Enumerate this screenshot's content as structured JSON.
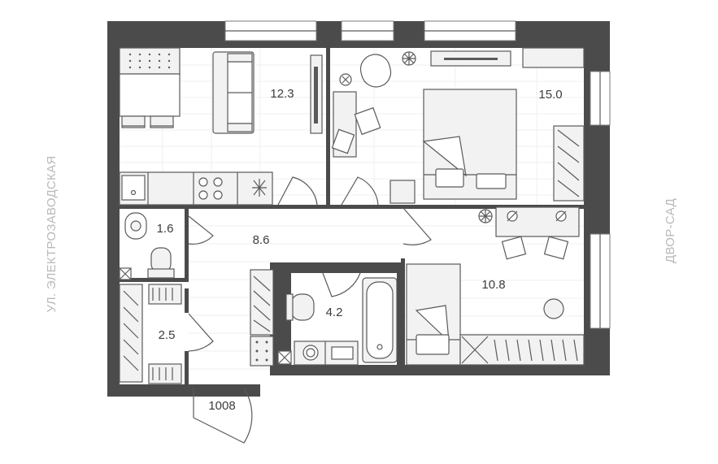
{
  "plan": {
    "apartment_number": "1008",
    "rooms": [
      {
        "id": "kitchen-living",
        "area": "12.3"
      },
      {
        "id": "bedroom-large",
        "area": "15.0"
      },
      {
        "id": "bathroom-small",
        "area": "1.6"
      },
      {
        "id": "hallway",
        "area": "8.6"
      },
      {
        "id": "bathroom",
        "area": "4.2"
      },
      {
        "id": "bedroom-small",
        "area": "10.8"
      },
      {
        "id": "wardrobe",
        "area": "2.5"
      }
    ],
    "street_label": "УЛ. ЭЛЕКТРОЗАВОДСКАЯ",
    "yard_label": "ДВОР-САД",
    "colors": {
      "wall": "#4b4b4b",
      "furniture": "#f2f2f2",
      "label": "#3c3c3c",
      "side_text": "#b9b9b9"
    }
  }
}
